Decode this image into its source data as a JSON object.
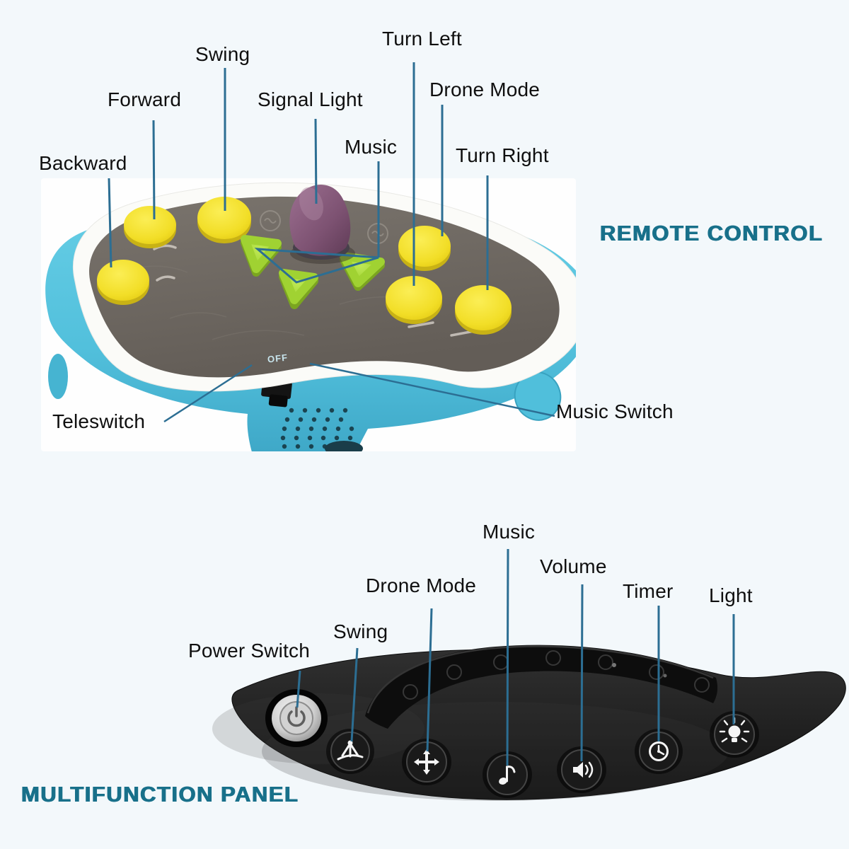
{
  "remote_section": {
    "heading": "REMOTE CONTROL",
    "button_labels": {
      "backward": "Backward",
      "forward": "Forward",
      "swing": "Swing",
      "signal_light": "Signal Light",
      "music": "Music",
      "turn_left": "Turn Left",
      "drone_mode": "Drone Mode",
      "turn_right": "Turn Right",
      "teleswitch": "Teleswitch",
      "music_switch": "Music Switch"
    },
    "embossing": "OFF",
    "photo_parts": [
      "yellow-round-buttons",
      "green-arrow-buttons",
      "purple-joystick",
      "slide-switch",
      "speaker-grille"
    ]
  },
  "panel_section": {
    "heading": "MULTIFUNCTION PANEL",
    "button_labels": {
      "power_switch": "Power Switch",
      "swing": "Swing",
      "drone_mode": "Drone Mode",
      "music": "Music",
      "volume": "Volume",
      "timer": "Timer",
      "light": "Light"
    },
    "icons": [
      "power-icon",
      "swing-pendulum-icon",
      "drone-arrows-icon",
      "music-note-icon",
      "volume-speaker-icon",
      "timer-clock-icon",
      "light-bulb-icon"
    ]
  },
  "colors": {
    "page_background": "#f3f8fb",
    "heading_teal": "#18708a",
    "callout_line": "#2c6e93",
    "label_text": "#0f0f0f",
    "remote_blue": "#55c3de",
    "button_yellow": "#f2de27",
    "button_green": "#a4d934",
    "joystick_purple": "#7d5272",
    "panel_black": "#1a1a1a"
  }
}
